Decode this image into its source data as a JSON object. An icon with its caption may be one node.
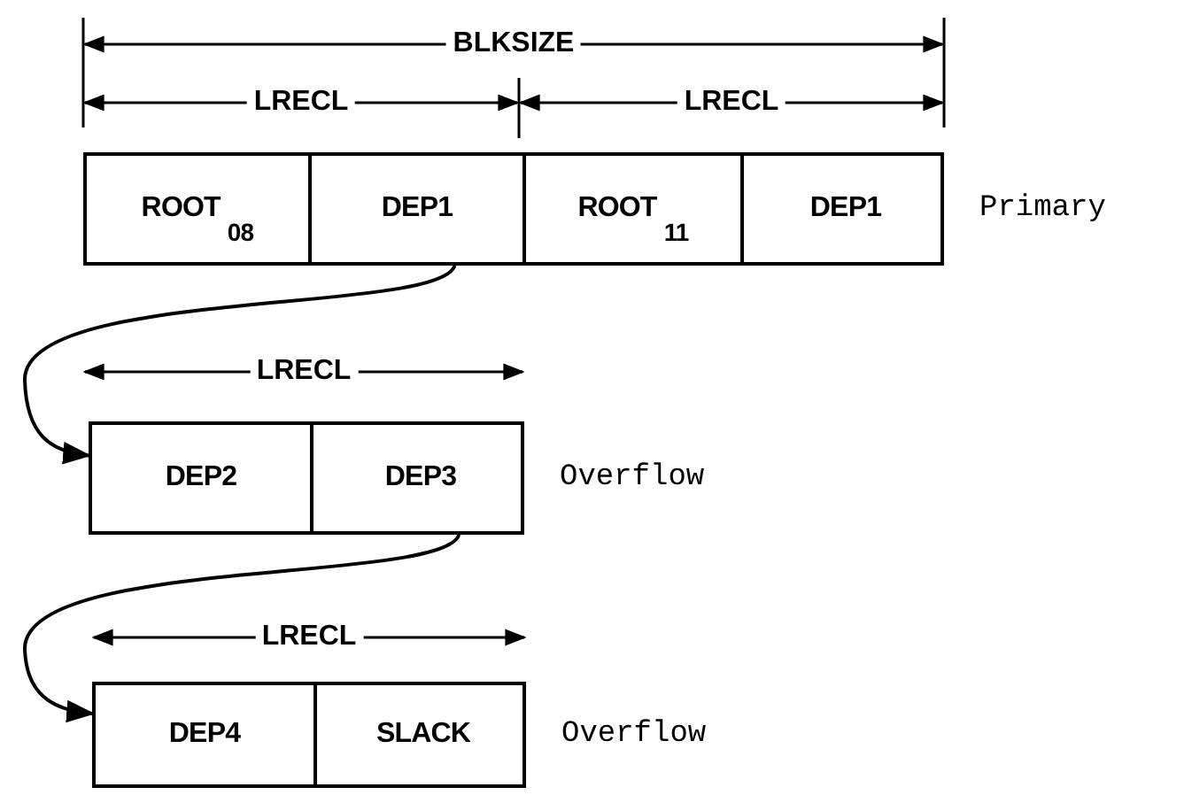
{
  "diagram": {
    "nodes": [
      {
        "text": [],
        "shape": "box",
        "beside": [
          "Primary"
        ]
      },
      {
        "text": [
          "ROOT$_{08}$"
        ],
        "in": 0
      },
      {
        "text": [
          "DEP1"
        ],
        "in": 0
      },
      {
        "text": [
          "ROOT$_{11}$"
        ],
        "in": 0
      },
      {
        "text": [
          "DEP1"
        ],
        "in": 0
      },
      {
        "text": [],
        "shape": "box",
        "beside": [
          "Overflow"
        ]
      },
      {
        "text": [
          "DEP2"
        ],
        "in": 5
      },
      {
        "text": [
          "DEP3"
        ],
        "in": 5
      },
      {
        "text": [],
        "shape": "box",
        "beside": [
          "Overflow"
        ]
      },
      {
        "text": [
          "DEP4"
        ],
        "in": 8
      },
      {
        "text": [
          "SLACK"
        ],
        "in": 8
      }
    ],
    "edges": [
      {
        "from": 2,
        "to": 6,
        "arrow": "to"
      },
      {
        "from": 7,
        "to": 9,
        "arrow": "to"
      }
    ],
    "labels": [
      "BLKSIZE",
      "LRECL",
      "LRECL",
      "LRECL",
      "LRECL"
    ]
  }
}
